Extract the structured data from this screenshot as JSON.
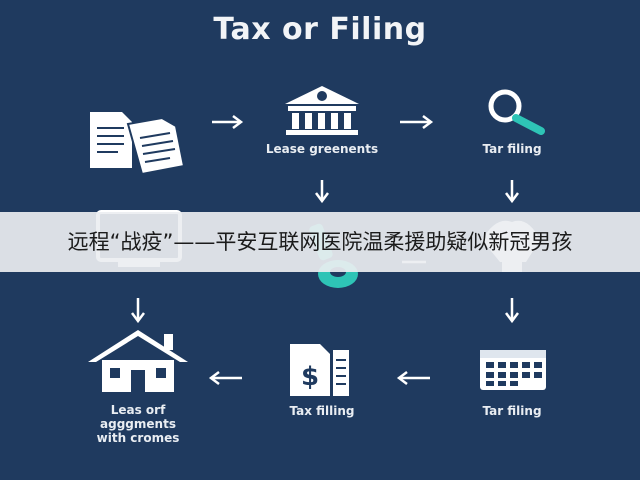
{
  "diagram": {
    "title": "Tax or Filing",
    "nodes": [
      {
        "id": "documents",
        "label": "",
        "icon": "documents-icon"
      },
      {
        "id": "bank",
        "label": "Lease greenents",
        "icon": "bank-icon"
      },
      {
        "id": "search",
        "label": "Tar filing",
        "icon": "magnifier-icon"
      },
      {
        "id": "computer",
        "label": "",
        "icon": "computer-icon"
      },
      {
        "id": "key",
        "label": "",
        "icon": "key-icon"
      },
      {
        "id": "bulb",
        "label": "",
        "icon": "lightbulb-icon"
      },
      {
        "id": "house",
        "label": "Leas orf agggments with cromes",
        "icon": "house-icon"
      },
      {
        "id": "doc-dollar",
        "label": "Tax filling",
        "icon": "dollar-document-icon"
      },
      {
        "id": "calendar",
        "label": "Tar filing",
        "icon": "calendar-icon"
      }
    ],
    "colors": {
      "background": "#1f3a5f",
      "icon": "#ffffff",
      "accent": "#2ec4b6"
    }
  },
  "banner": {
    "text": "远程“战疫”——平安互联网医院温柔援助疑似新冠男孩"
  }
}
